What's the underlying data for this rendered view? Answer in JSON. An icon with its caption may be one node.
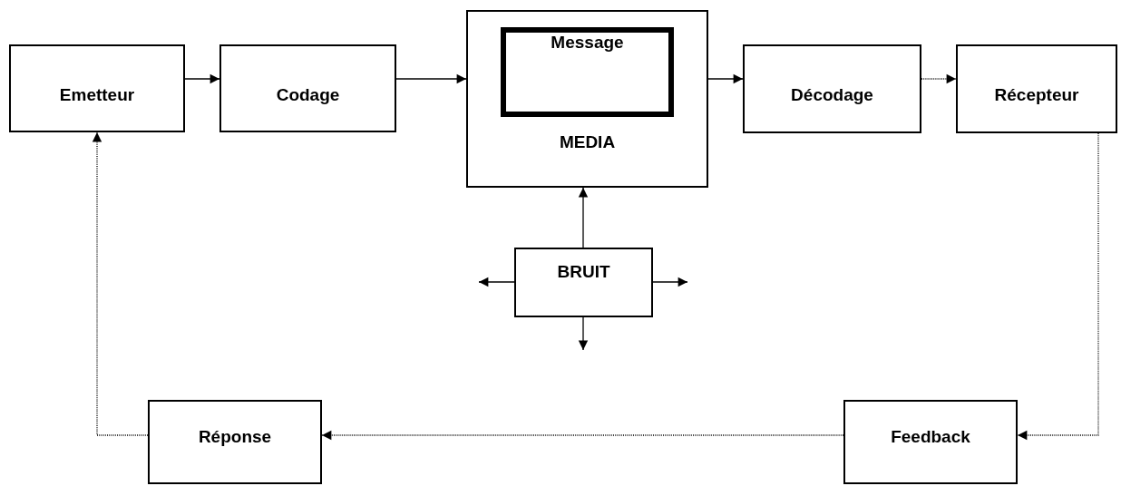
{
  "diagram": {
    "nodes": [
      {
        "text": [
          "Emetteur"
        ]
      },
      {
        "text": [
          "Codage"
        ]
      },
      {
        "text": [
          "MEDIA"
        ]
      },
      {
        "text": [
          "Message"
        ],
        "in": 2
      },
      {
        "text": [
          "Décodage"
        ]
      },
      {
        "text": [
          "Récepteur"
        ]
      },
      {
        "text": [
          "BRUIT"
        ]
      },
      {
        "text": [
          "Réponse"
        ]
      },
      {
        "text": [
          "Feedback"
        ]
      }
    ],
    "edges": [
      {
        "from": 0,
        "to": 1,
        "arrow": "to"
      },
      {
        "from": 1,
        "to": 2,
        "arrow": "to"
      },
      {
        "from": 2,
        "to": 4,
        "arrow": "to"
      },
      {
        "from": 4,
        "to": 5,
        "arrow": "to",
        "style": "dashed"
      },
      {
        "from": 5,
        "to": 8,
        "arrow": "to",
        "style": "dashed"
      },
      {
        "from": 8,
        "to": 7,
        "arrow": "to",
        "style": "dashed"
      },
      {
        "from": 7,
        "to": 0,
        "arrow": "to",
        "style": "dashed"
      },
      {
        "from": 6,
        "to": 2,
        "arrow": "to"
      },
      {
        "from": 6,
        "to": null,
        "arrow": "to"
      },
      {
        "from": 6,
        "to": null,
        "arrow": "to"
      },
      {
        "from": 6,
        "to": null,
        "arrow": "to"
      }
    ]
  }
}
